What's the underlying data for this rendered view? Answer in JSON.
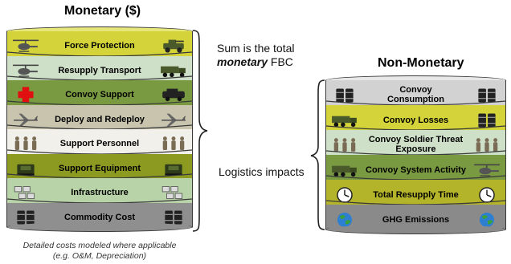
{
  "monetary": {
    "title": "Monetary ($)",
    "layers": [
      {
        "label": "Force Protection",
        "color": "#d4d43a",
        "icon_left": "helicopter-icon",
        "icon_right": "armored-vehicle-icon"
      },
      {
        "label": "Resupply Transport",
        "color": "#cfe0c8",
        "icon_left": "helicopter-icon",
        "icon_right": "truck-icon"
      },
      {
        "label": "Convoy Support",
        "color": "#7a9a42",
        "icon_left": "red-cross-icon",
        "icon_right": "vehicle-icon"
      },
      {
        "label": "Deploy and Redeploy",
        "color": "#c8c4ae",
        "icon_left": "aircraft-icon",
        "icon_right": "aircraft-icon"
      },
      {
        "label": "Support Personnel",
        "color": "#f2f0ea",
        "icon_left": "soldiers-icon",
        "icon_right": "soldiers-icon"
      },
      {
        "label": "Support Equipment",
        "color": "#8d9a22",
        "icon_left": "generator-icon",
        "icon_right": "generator-icon"
      },
      {
        "label": "Infrastructure",
        "color": "#b9d3a9",
        "icon_left": "barrier-icon",
        "icon_right": "barrier-icon"
      },
      {
        "label": "Commodity Cost",
        "color": "#8f8f8f",
        "icon_left": "fuel-drums-icon",
        "icon_right": "fuel-drums-icon"
      }
    ],
    "annotation_line1": "Sum is the total",
    "annotation_bold": "monetary",
    "annotation_rest": " FBC",
    "footnote_line1": "Detailed costs modeled where applicable",
    "footnote_line2": "(e.g. O&M, Depreciation)"
  },
  "non_monetary": {
    "title": "Non-Monetary",
    "layers": [
      {
        "label": "Convoy Consumption",
        "line1": "Convoy",
        "line2": "Consumption",
        "color": "#d2d2d2",
        "icon_left": "fuel-drums-icon",
        "icon_right": "fuel-drums-icon"
      },
      {
        "label": "Convoy Losses",
        "color": "#d4d43a",
        "icon_left": "truck-icon",
        "icon_right": "fuel-drums-icon"
      },
      {
        "label": "Convoy Soldier Threat Exposure",
        "line1": "Convoy Soldier Threat",
        "line2": "Exposure",
        "color": "#cfe0c8",
        "icon_left": "soldiers-icon",
        "icon_right": "soldiers-icon"
      },
      {
        "label": "Convoy System Activity",
        "color": "#7a9a42",
        "icon_left": "truck-icon",
        "icon_right": "helicopter-icon"
      },
      {
        "label": "Total Resupply Time",
        "color": "#b4b42a",
        "icon_left": "clock-icon",
        "icon_right": "clock-icon"
      },
      {
        "label": "GHG Emissions",
        "color": "#8a8a8a",
        "icon_left": "globe-icon",
        "icon_right": "globe-icon"
      }
    ],
    "annotation": "Logistics impacts"
  }
}
